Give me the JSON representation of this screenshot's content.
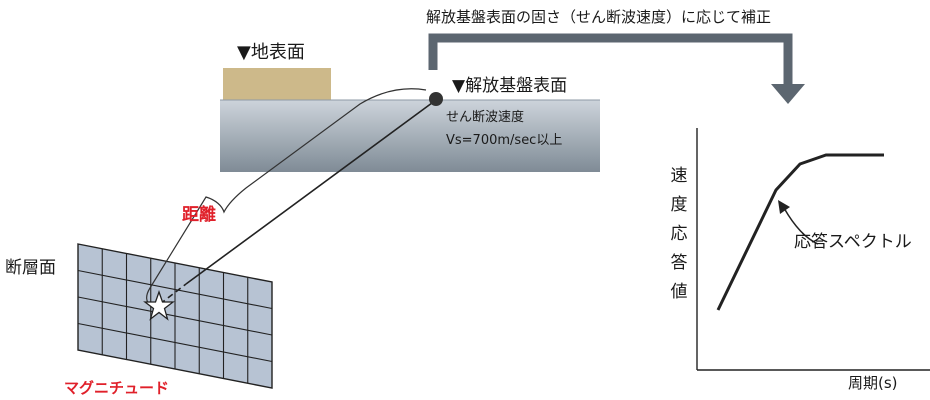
{
  "top_note": "解放基盤表面の固さ（せん断波速度）に応じて補正",
  "ground_surface_label": "▼地表面",
  "bedrock_surface_label": "▼解放基盤表面",
  "shear_wave_label": "せん断波速度",
  "vs_label": "Vs=700m/sec以上",
  "distance_label": "距離",
  "fault_plane_label": "断層面",
  "magnitude_label": "マグニチュード",
  "spectrum": {
    "y_label_chars": [
      "速",
      "度",
      "応",
      "答",
      "値"
    ],
    "x_label": "周期(s)",
    "curve_label": "応答スペクトル"
  },
  "colors": {
    "red_text": "#e0202a",
    "soil": "#cdb98a",
    "bedrock_top": "#c9d1d9",
    "bedrock_bottom": "#7d8a95",
    "fault_fill": "#b7c3d3",
    "arrow": "#5c6670"
  },
  "icons": [
    "star-icon",
    "hypocenter-dot-icon",
    "down-arrow-icon"
  ]
}
